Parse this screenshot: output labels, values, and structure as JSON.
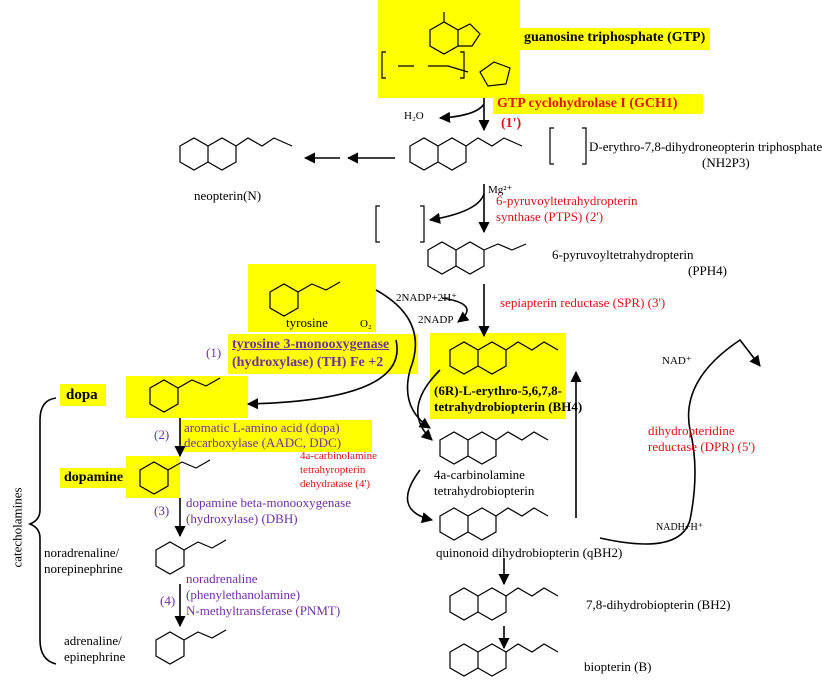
{
  "labels": {
    "gtp": "guanosine triphosphate (GTP)",
    "gch1": "GTP cyclohydrolase I (GCH1)",
    "gch1_num": "(1')",
    "h2o": "H₂O",
    "nh2p3_line1": "D-erythro-7,8-dihydroneopterin triphosphate",
    "nh2p3_line2": "(NH2P3)",
    "neopterin": "neopterin(N)",
    "mg": "Mg²⁺",
    "ptps_line1": "6-pyruvoyltetrahydropterin",
    "ptps_line2": "synthase (PTPS) (2')",
    "pph4_line1": "6-pyruvoyltetrahydropterin",
    "pph4_line2": "(PPH4)",
    "tyrosine": "tyrosine",
    "o2": "O₂",
    "nadp_h": "2NADP+2H⁺",
    "nadp": "2NADP",
    "spr": "sepiapterin reductase (SPR) (3')",
    "th_num": "(1)",
    "th_line1": "tyrosine 3-monooxygenase",
    "th_line2": "(hydroxylase) (TH)   Fe +2",
    "bh4_line1": "(6R)-L-erythro-5,6,7,8-",
    "bh4_line2": "tetrahydrobiopterin (BH4)",
    "nad": "NAD⁺",
    "dopa": "dopa",
    "aadc_num": "(2)",
    "aadc_line1": "aromatic L-amino acid (dopa)",
    "aadc_line2": "decarboxylase (AADC, DDC)",
    "pcd_line1": "4a-carbinolamine",
    "pcd_line2": "tetrahyropterin",
    "pcd_line3": "dehydratase (4')",
    "carb_line1": "4a-carbinolamine",
    "carb_line2": "tetrahydrobiopterin",
    "dpr_line1": "dihydropteridine",
    "dpr_line2": "reductase (DPR) (5')",
    "dopamine": "dopamine",
    "catecholamines": "catecholamines",
    "dbh_num": "(3)",
    "dbh_line1": "dopamine beta-monooxygenase",
    "dbh_line2": "(hydroxylase) (DBH)",
    "nadh": "NADH+H⁺",
    "qbh2": "quinonoid dihydrobiopterin (qBH2)",
    "noradr_line1": "noradrenaline/",
    "noradr_line2": "norepinephrine",
    "pnmt_num": "(4)",
    "pnmt_line1": "noradrenaline",
    "pnmt_line2": "(phenylethanolamine)",
    "pnmt_line3": "N-methyltransferase (PNMT)",
    "bh2": "7,8-dihydrobiopterin (BH2)",
    "adr_line1": "adrenaline/",
    "adr_line2": "epinephrine",
    "biopterin": "biopterin (B)"
  },
  "colors": {
    "highlight": "#ffff00",
    "enzyme_red": "#d9141b",
    "enzyme_purple": "#7030a0",
    "text": "#000000"
  }
}
